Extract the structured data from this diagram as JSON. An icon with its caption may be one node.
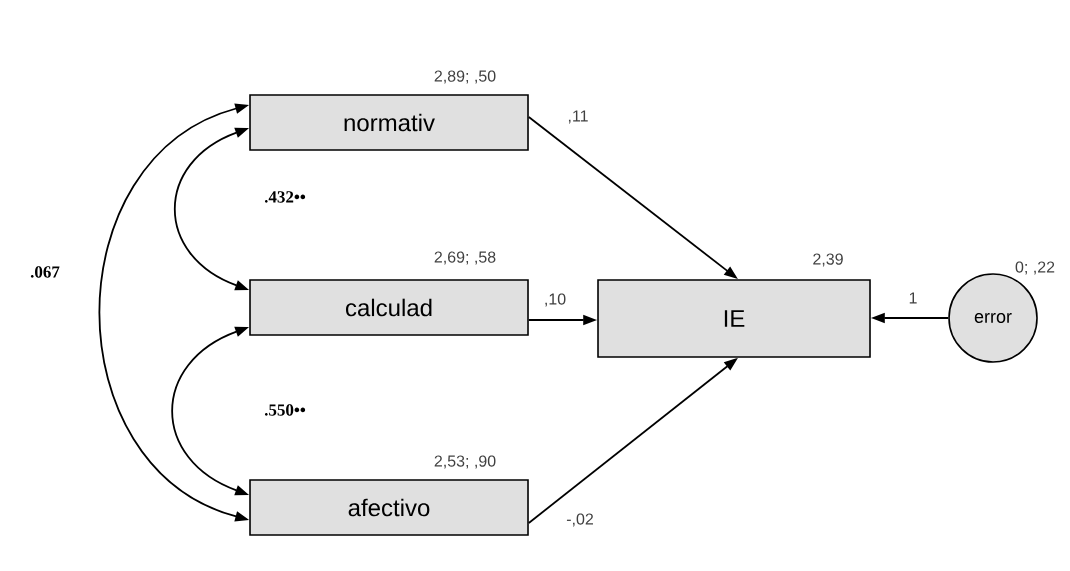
{
  "diagram": {
    "nodes": [
      {
        "text": [
          "normativ"
        ],
        "beside": [
          "2,89; ,50"
        ]
      },
      {
        "text": [
          "calculad"
        ],
        "beside": [
          "2,69; ,58"
        ]
      },
      {
        "text": [
          "afectivo"
        ],
        "beside": [
          "2,53; ,90"
        ]
      },
      {
        "text": [
          "IE"
        ],
        "beside": [
          "2,39"
        ]
      },
      {
        "text": [
          "error"
        ],
        "beside": [
          "0; ,22"
        ]
      }
    ],
    "edges": [
      {
        "from": 0,
        "to": 3,
        "arrow": "to",
        "label": ",11"
      },
      {
        "from": 1,
        "to": 3,
        "arrow": "to",
        "label": ",10"
      },
      {
        "from": 2,
        "to": 3,
        "arrow": "to",
        "label": "-,02"
      },
      {
        "from": 4,
        "to": 3,
        "arrow": "to",
        "label": "1"
      },
      {
        "from": 0,
        "to": 1,
        "arrow": "both",
        "label": ".432••"
      },
      {
        "from": 1,
        "to": 2,
        "arrow": "both",
        "label": ".550••"
      },
      {
        "from": 0,
        "to": 2,
        "arrow": "both",
        "label": ".067"
      }
    ]
  }
}
